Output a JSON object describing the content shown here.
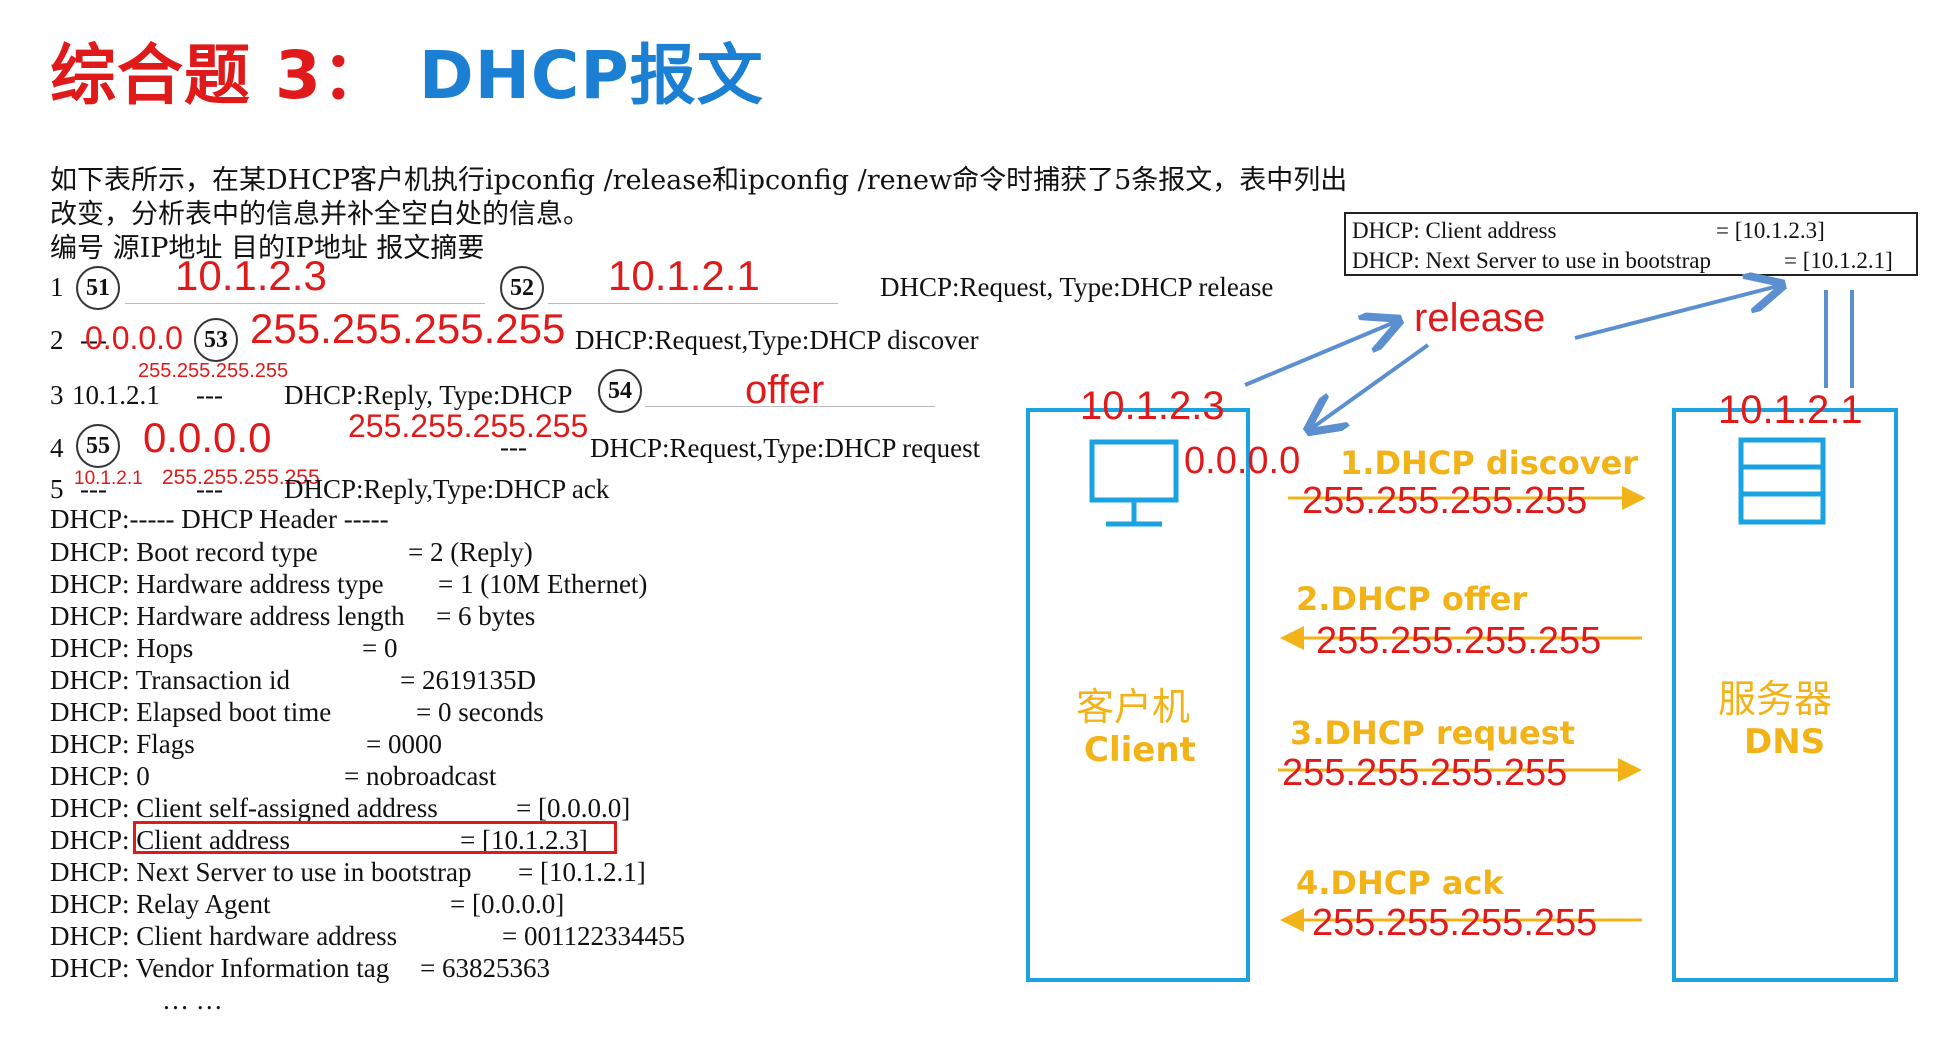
{
  "title": {
    "main": "综合题 3：",
    "sub": "DHCP报文"
  },
  "intro": {
    "line1": "如下表所示，在某DHCP客户机执行ipconfig /release和ipconfig /renew命令时捕获了5条报文，表中列出",
    "line2": "改变，分析表中的信息并补全空白处的信息。",
    "header": "编号  源IP地址  目的IP地址  报文摘要"
  },
  "rows": {
    "r1": {
      "num": "1",
      "c1": "51",
      "c2": "52",
      "summary": "DHCP:Request, Type:DHCP release",
      "ans1": "10.1.2.3",
      "ans2": "10.1.2.1"
    },
    "r2": {
      "num": "2",
      "dash": "---",
      "c1": "53",
      "summary": "DHCP:Request,Type:DHCP discover",
      "ans1": "0.0.0.0",
      "ans2": "255.255.255.255"
    },
    "r3": {
      "num": "3",
      "src": "10.1.2.1",
      "dash": "---",
      "summary": "DHCP:Reply, Type:DHCP",
      "c1": "54",
      "ans_dst": "255.255.255.255",
      "ans1": "offer"
    },
    "r4": {
      "num": "4",
      "c1": "55",
      "dash": "---",
      "summary": "DHCP:Request,Type:DHCP request",
      "ans1": "0.0.0.0",
      "ans2": "255.255.255.255"
    },
    "r5": {
      "num": "5",
      "dash1": "---",
      "dash2": "---",
      "summary": "DHCP:Reply,Type:DHCP ack",
      "ans1": "10.1.2.1",
      "ans2": "255.255.255.255"
    }
  },
  "details": [
    {
      "label": "DHCP:----- DHCP Header -----",
      "value": ""
    },
    {
      "label": "DHCP: Boot record type",
      "value": "= 2 (Reply)"
    },
    {
      "label": "DHCP: Hardware address type",
      "value": "= 1 (10M Ethernet)"
    },
    {
      "label": "DHCP: Hardware address length",
      "value": "= 6 bytes"
    },
    {
      "label": "DHCP: Hops",
      "value": "= 0"
    },
    {
      "label": "DHCP: Transaction id",
      "value": "= 2619135D"
    },
    {
      "label": "DHCP: Elapsed boot time",
      "value": "= 0 seconds"
    },
    {
      "label": "DHCP: Flags",
      "value": "= 0000"
    },
    {
      "label": "DHCP: 0",
      "value": "= nobroadcast"
    },
    {
      "label": "DHCP: Client self-assigned address",
      "value": "= [0.0.0.0]"
    },
    {
      "label": "DHCP: Client address",
      "value": "= [10.1.2.3]"
    },
    {
      "label": "DHCP: Next Server to use  in bootstrap",
      "value": "= [10.1.2.1]"
    },
    {
      "label": "DHCP: Relay Agent",
      "value": "= [0.0.0.0]"
    },
    {
      "label": "DHCP: Client hardware address",
      "value": "= 001122334455"
    },
    {
      "label": "DHCP: Vendor Information tag",
      "value": "= 63825363"
    }
  ],
  "ellipsis": "… …",
  "inset": {
    "l1": "DHCP: Client address",
    "v1": "= [10.1.2.3]",
    "l2": "DHCP: Next Server to use  in bootstrap",
    "v2": "= [10.1.2.1]"
  },
  "diagram": {
    "release": "release",
    "client_ip": "10.1.2.3",
    "server_ip": "10.1.2.1",
    "client_zero": "0.0.0.0",
    "client_cn": "客户机",
    "client_en": "Client",
    "server_cn": "服务器",
    "server_en": "DNS",
    "steps": [
      {
        "label": "1.DHCP discover",
        "addr": "255.255.255.255"
      },
      {
        "label": "2.DHCP offer",
        "addr": "255.255.255.255"
      },
      {
        "label": "3.DHCP request",
        "addr": "255.255.255.255"
      },
      {
        "label": "4.DHCP ack",
        "addr": "255.255.255.255"
      }
    ]
  },
  "colors": {
    "red": "#e01a1a",
    "blue": "#1aa3e0",
    "orange": "#f2b318",
    "arrow_blue": "#5b8fd0"
  }
}
